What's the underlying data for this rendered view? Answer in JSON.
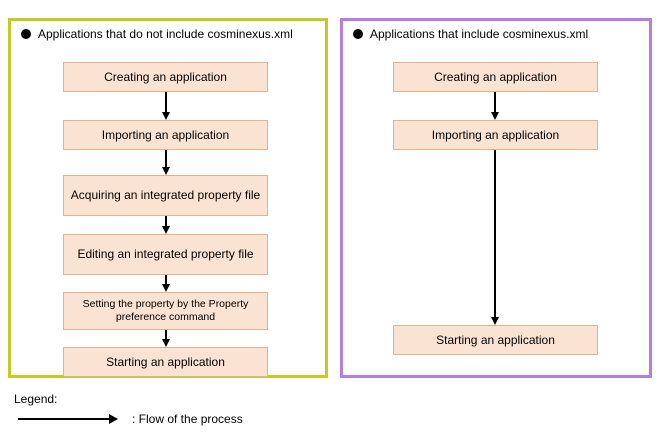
{
  "panels": [
    {
      "id": "without-cosminexus-xml",
      "title": "Applications that do not include cosminexus.xml",
      "border_color": "#c3cc26",
      "steps": [
        "Creating an application",
        "Importing an application",
        "Acquiring an integrated property file",
        "Editing an integrated property file",
        "Setting the property by the Property preference command",
        "Starting an application"
      ]
    },
    {
      "id": "with-cosminexus-xml",
      "title": "Applications that include cosminexus.xml",
      "border_color": "#b57ee0",
      "steps": [
        "Creating an application",
        "Importing an application",
        "Starting an application"
      ]
    }
  ],
  "legend": {
    "title": "Legend:",
    "entries": [
      {
        "symbol": "arrow-right",
        "label": ": Flow of the process"
      }
    ]
  },
  "colors": {
    "box_fill": "#fae3d2",
    "box_border": "#e0b38e",
    "left_panel_border": "#c3cc26",
    "right_panel_border": "#b57ee0",
    "arrow": "#000000"
  }
}
